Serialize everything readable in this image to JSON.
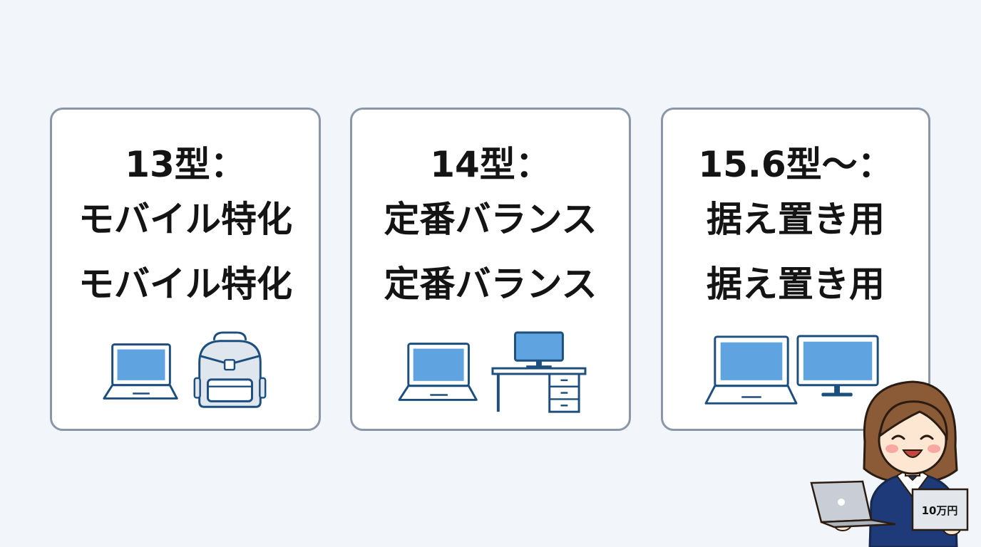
{
  "cards": [
    {
      "line1": "13型：",
      "line2": "モバイル特化",
      "line3": "モバイル特化",
      "icons": [
        "laptop-icon",
        "backpack-icon"
      ]
    },
    {
      "line1": "14型：",
      "line2": "定番バランス",
      "line3": "定番バランス",
      "icons": [
        "laptop-icon",
        "desk-with-monitor-icon"
      ]
    },
    {
      "line1": "15.6型〜：",
      "line2": "据え置き用",
      "line3": "据え置き用",
      "icons": [
        "large-laptop-icon",
        "monitor-icon"
      ]
    }
  ],
  "character": {
    "price_sign": "10万円"
  },
  "colors": {
    "background": "#f2f6fa",
    "card_border": "#8a97a8",
    "icon_outline": "#1d4f7e",
    "screen_blue": "#5fa3e0",
    "backpack_fill": "#dfe6ee"
  }
}
